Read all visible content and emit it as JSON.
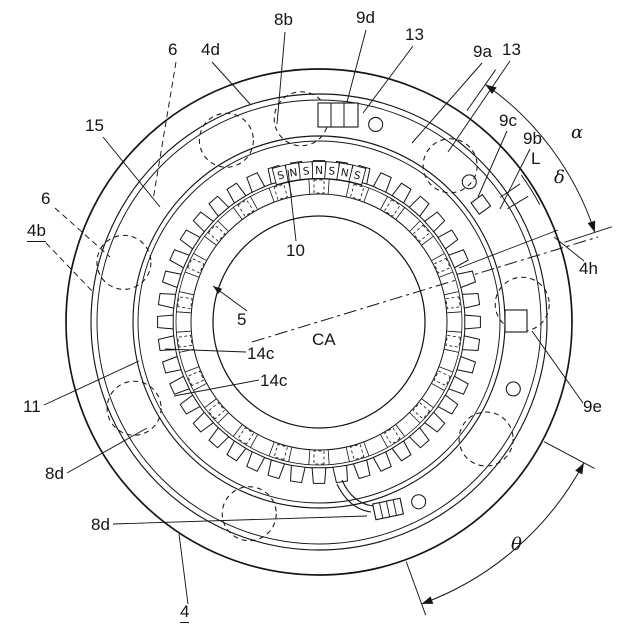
{
  "figure": {
    "kind": "patent-line-drawing",
    "description": "Sectional front view of an annular machine (bearing ring with rollers, toothed magnet ring, sensors and wiring)",
    "line_color": "#151515",
    "background_color": "#ffffff"
  },
  "drawing": {
    "teeth_count": 44,
    "roller_count": 8,
    "magnet_letters": [
      "S",
      "N",
      "S",
      "N",
      "S",
      "N",
      "S"
    ]
  },
  "labels": {
    "p8b": "8b",
    "p9d": "9d",
    "p13a": "13",
    "p9a": "9a",
    "p13b": "13",
    "p6a": "6",
    "p4d": "4d",
    "p15": "15",
    "p9c": "9c",
    "p9b": "9b",
    "pL": "L",
    "alpha": "α",
    "delta": "δ",
    "p6b": "6",
    "p4b": "4b",
    "p4h": "4h",
    "p10": "10",
    "p5": "5",
    "pCA": "CA",
    "p14c1": "14c",
    "p14c2": "14c",
    "p11": "11",
    "p9e": "9e",
    "p8d1": "8d",
    "p8d2": "8d",
    "theta": "θ",
    "p4": "4"
  }
}
